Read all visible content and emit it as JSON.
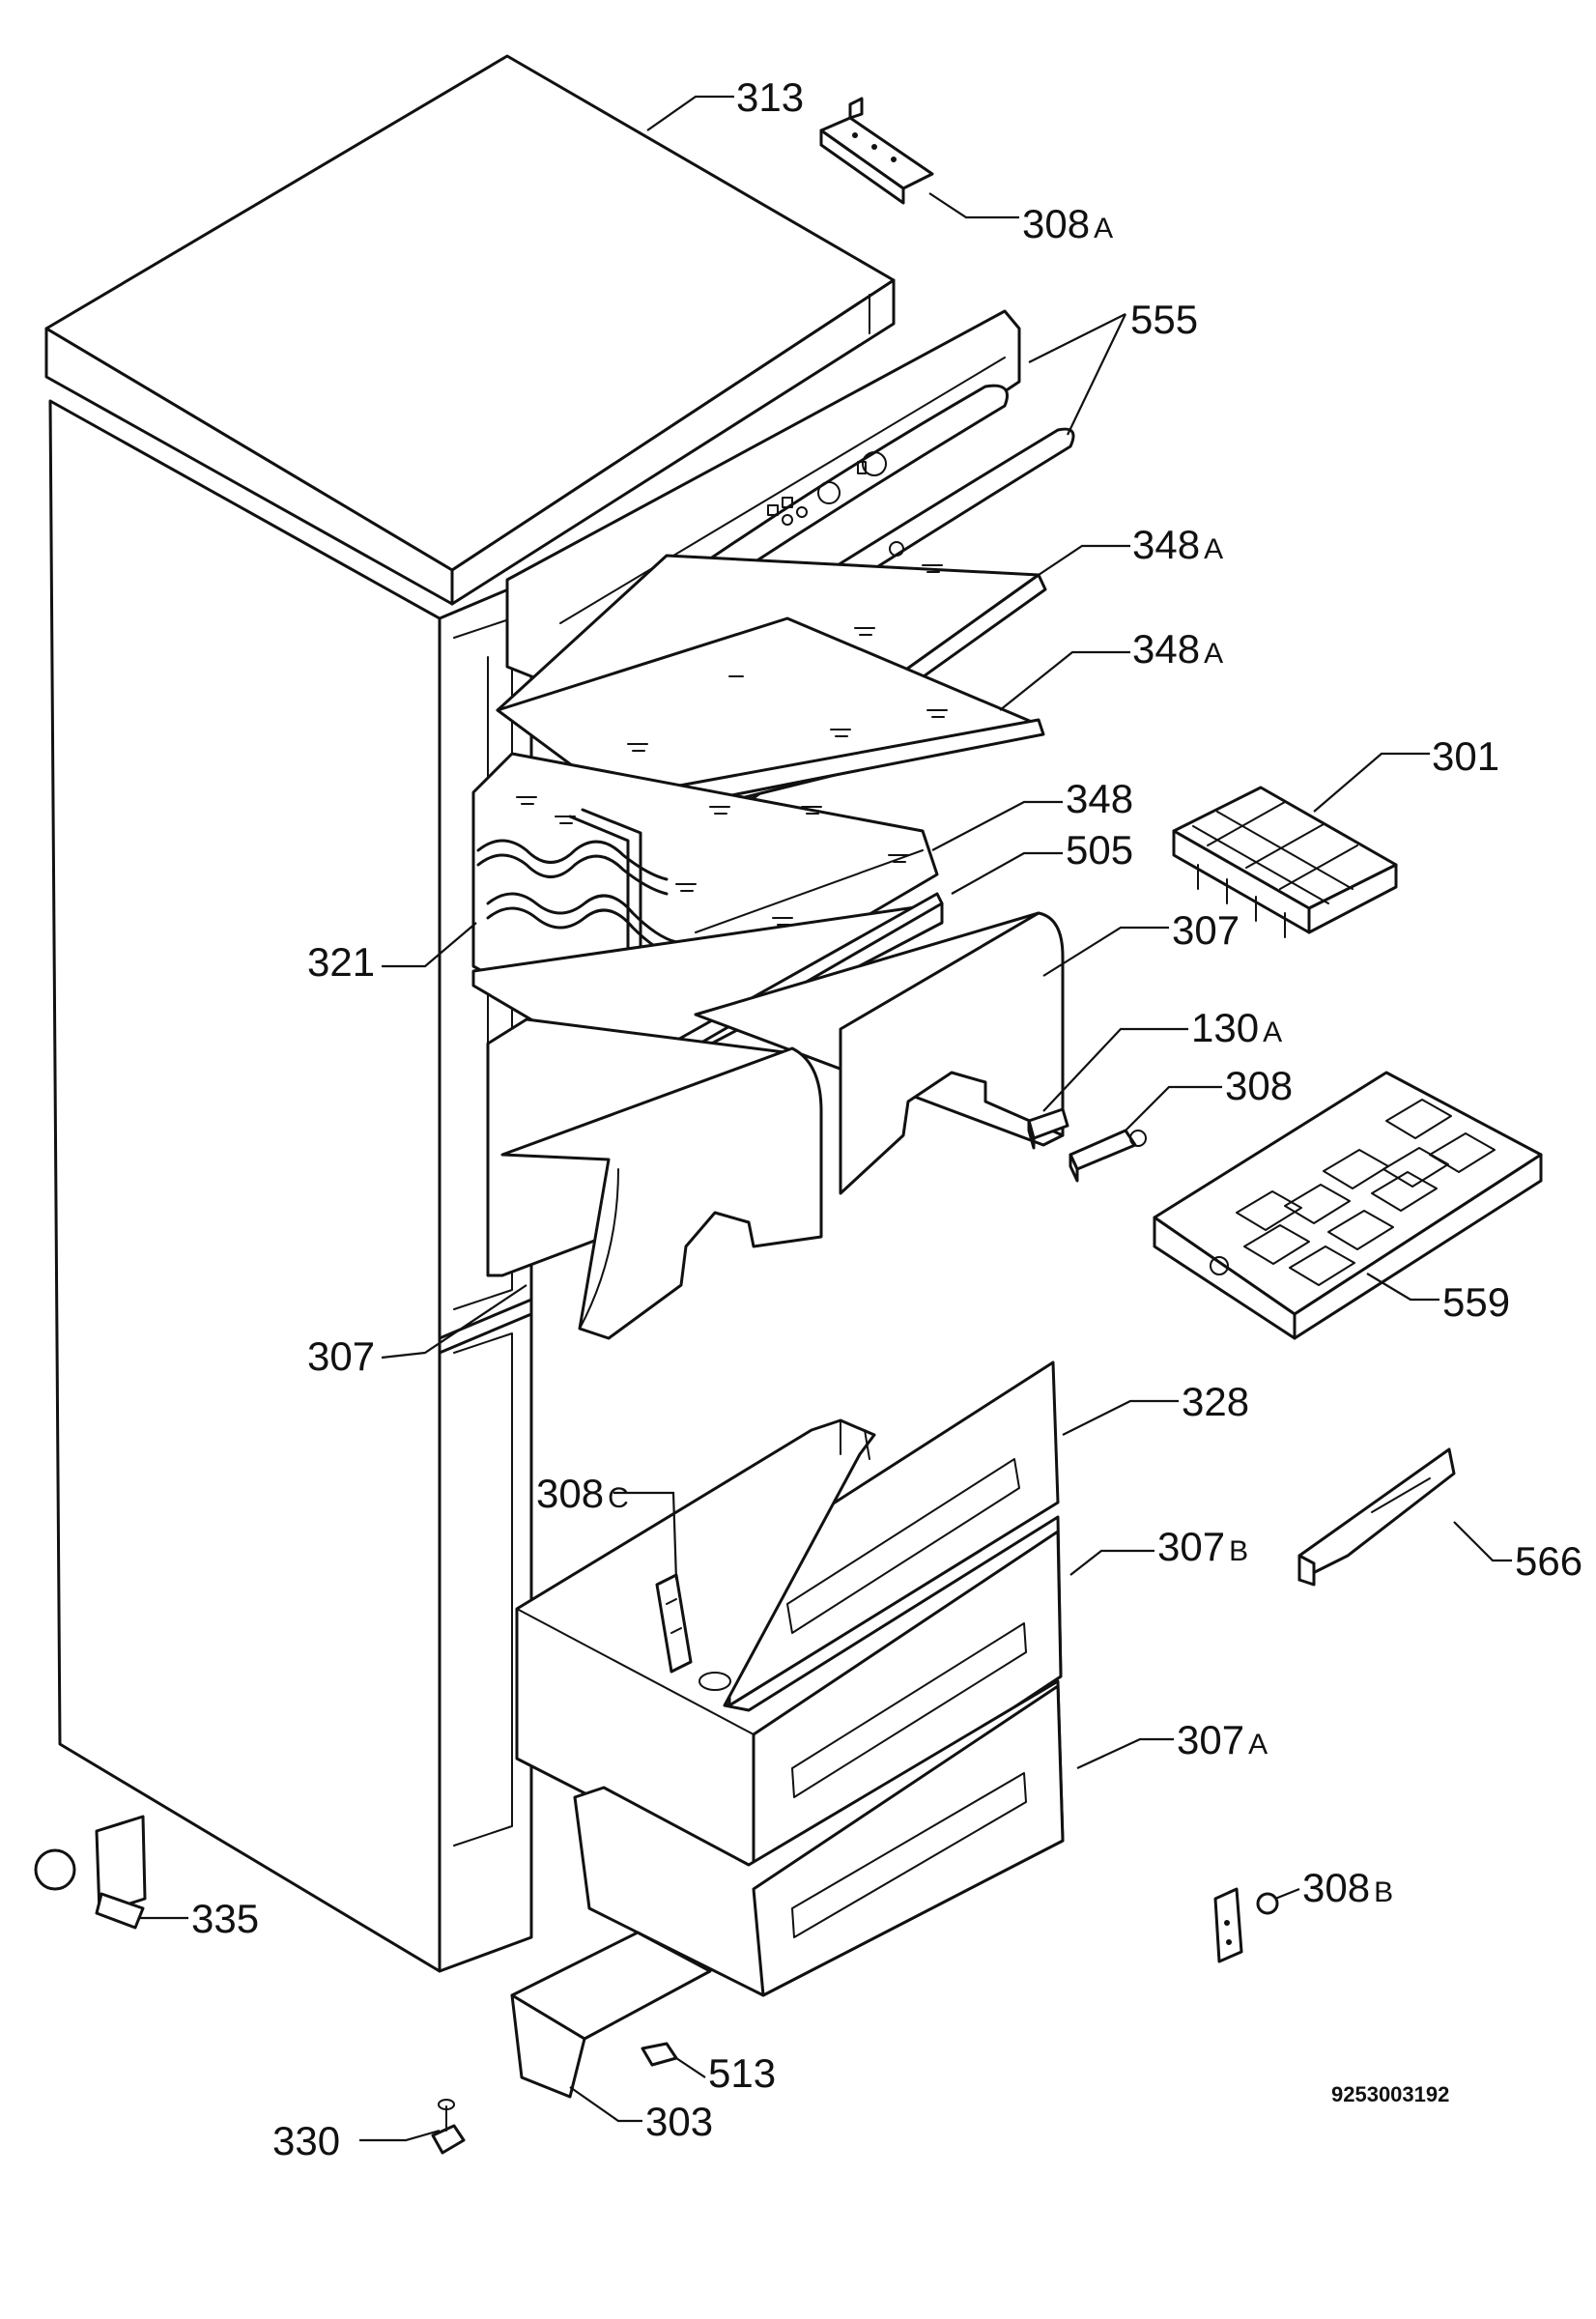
{
  "labels": {
    "l313": {
      "num": "313",
      "suf": ""
    },
    "l308A": {
      "num": "308",
      "suf": "A"
    },
    "l555": {
      "num": "555",
      "suf": ""
    },
    "l348A_1": {
      "num": "348",
      "suf": "A"
    },
    "l348A_2": {
      "num": "348",
      "suf": "A"
    },
    "l301": {
      "num": "301",
      "suf": ""
    },
    "l348": {
      "num": "348",
      "suf": ""
    },
    "l505": {
      "num": "505",
      "suf": ""
    },
    "l307_top": {
      "num": "307",
      "suf": ""
    },
    "l321": {
      "num": "321",
      "suf": ""
    },
    "l130A": {
      "num": "130",
      "suf": "A"
    },
    "l308": {
      "num": "308",
      "suf": ""
    },
    "l559": {
      "num": "559",
      "suf": ""
    },
    "l307_left": {
      "num": "307",
      "suf": ""
    },
    "l328": {
      "num": "328",
      "suf": ""
    },
    "l308C": {
      "num": "308",
      "suf": "C"
    },
    "l307B": {
      "num": "307",
      "suf": "B"
    },
    "l566": {
      "num": "566",
      "suf": ""
    },
    "l307A": {
      "num": "307",
      "suf": "A"
    },
    "l335": {
      "num": "335",
      "suf": ""
    },
    "l308B": {
      "num": "308",
      "suf": "B"
    },
    "l513": {
      "num": "513",
      "suf": ""
    },
    "l330": {
      "num": "330",
      "suf": ""
    },
    "l303": {
      "num": "303",
      "suf": ""
    }
  },
  "drawing_code": "9253003192"
}
